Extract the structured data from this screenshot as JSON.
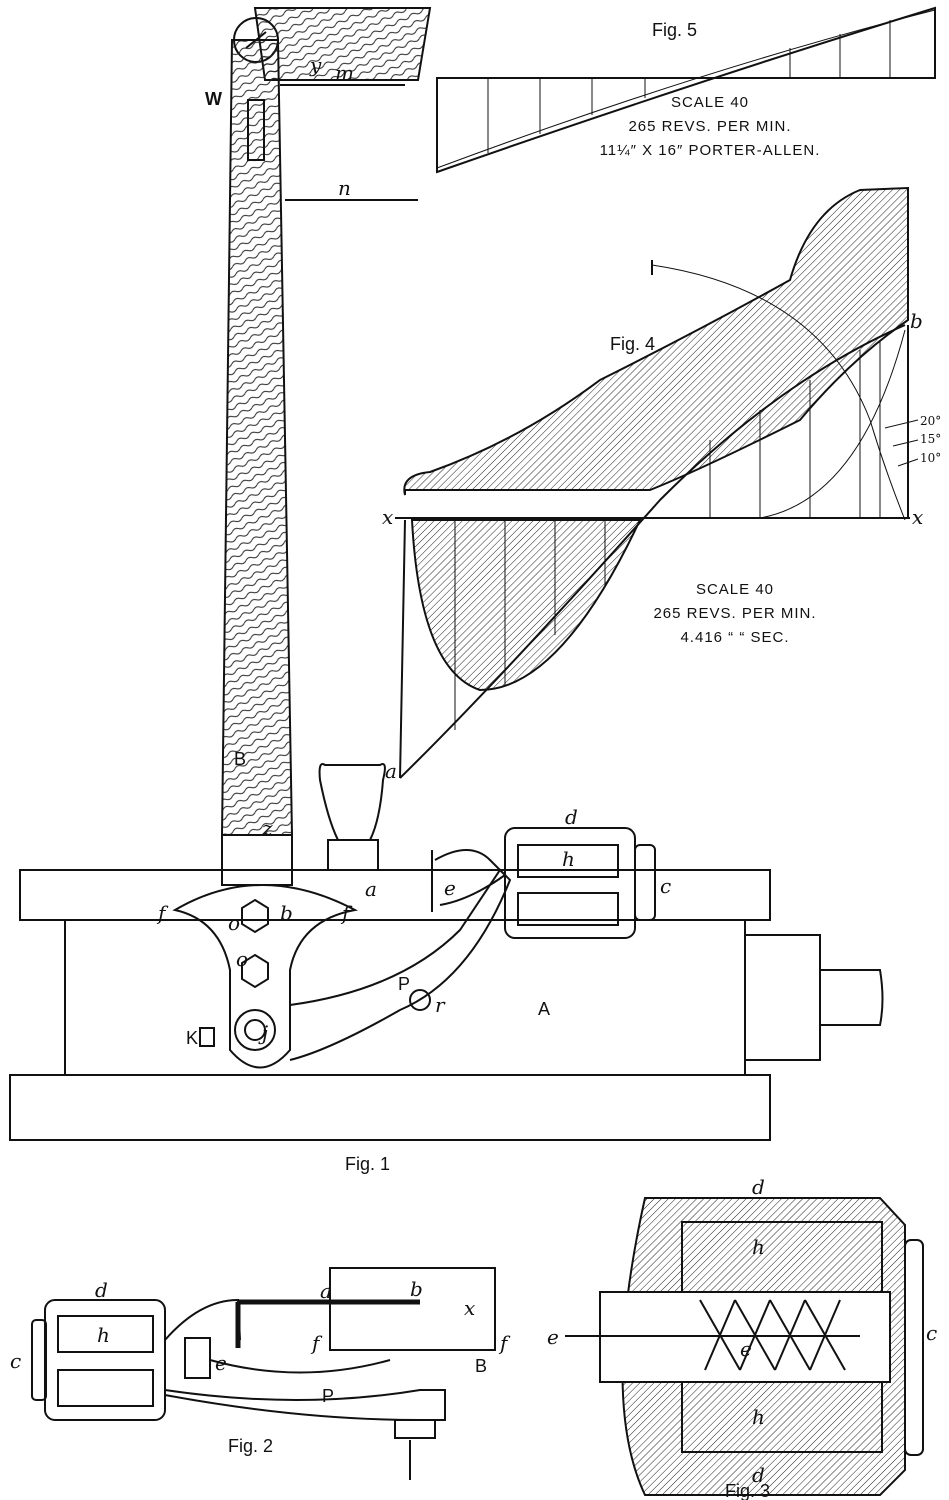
{
  "fig5": {
    "caption": "Fig. 5",
    "scale_lines": [
      "SCALE 40",
      "265 REVS. PER MIN.",
      "11¼″ X 16″ PORTER-ALLEN."
    ]
  },
  "fig4": {
    "caption": "Fig. 4",
    "labels": {
      "x_left": "x",
      "x_right": "x",
      "b": "b",
      "a": "a"
    },
    "angles": [
      "20°",
      "15°",
      "10°"
    ],
    "scale_lines": [
      "SCALE 40",
      "265 REVS. PER MIN.",
      "4.416    “      “   SEC."
    ]
  },
  "fig1": {
    "caption": "Fig. 1",
    "labels": {
      "y": "y",
      "W": "W",
      "m": "m",
      "n": "n",
      "B": "B",
      "z": "z",
      "a": "a",
      "b": "b",
      "f1": "f",
      "f2": "f",
      "o1": "o",
      "o2": "o",
      "e": "e",
      "d": "d",
      "h": "h",
      "c": "c",
      "P": "P",
      "r": "r",
      "A": "A",
      "K": "K",
      "j": "j"
    }
  },
  "fig2": {
    "caption": "Fig. 2",
    "labels": {
      "d": "d",
      "h": "h",
      "c": "c",
      "a": "a",
      "b": "b",
      "x": "x",
      "f1": "f",
      "f2": "f",
      "e": "e",
      "P": "P",
      "B": "B"
    }
  },
  "fig3": {
    "caption": "Fig. 3",
    "labels": {
      "d_top": "d",
      "h_top": "h",
      "c": "c",
      "e_left": "e",
      "e_mid": "e",
      "h_bot": "h",
      "d_bot": "d"
    }
  }
}
